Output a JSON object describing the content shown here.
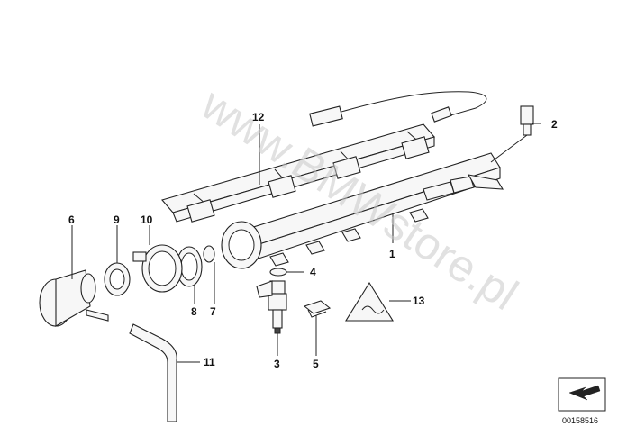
{
  "diagram": {
    "callouts": [
      "1",
      "2",
      "3",
      "4",
      "5",
      "6",
      "7",
      "8",
      "9",
      "10",
      "11",
      "12",
      "13"
    ],
    "watermark": "www.BMWstore.pl",
    "doc_number": "00158516",
    "nav_icon": "arrow-down-left-icon",
    "colors": {
      "line": "#222222",
      "fill": "#f7f7f7",
      "watermark": "#c9c9c9"
    }
  }
}
